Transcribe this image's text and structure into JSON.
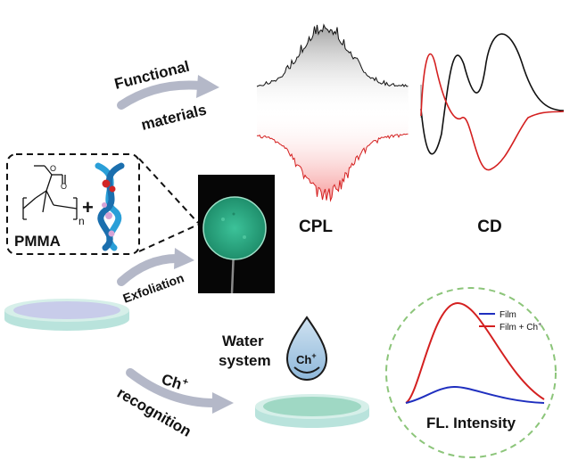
{
  "labels": {
    "functional_line1": "Functional",
    "functional_line2": "materials",
    "cpl": "CPL",
    "cd": "CD",
    "pmma": "PMMA",
    "plus": "+",
    "subscript_n": "n",
    "exfoliation": "Exfoliation",
    "water_line1": "Water",
    "water_line2": "system",
    "ch_drop": "Ch",
    "ch_drop_sup": "+",
    "ch_recog": "Ch",
    "ch_recog_sup": "+",
    "recognition": "recognition",
    "fl_intensity": "FL. Intensity"
  },
  "legend": {
    "film": "Film",
    "film_ch": "Film + Ch",
    "film_ch_sup": "+"
  },
  "colors": {
    "black_trace": "#111111",
    "red_trace": "#d42020",
    "blue_trace": "#1f2fbf",
    "arrow": "#b4b8c8",
    "disk_top": "#c8ccea",
    "disk_side": "#b9e3dc",
    "disk_rim": "#d6efe9",
    "film_green": "#2fae85",
    "dashed_circle": "#8cc57a",
    "drop": "#9fc3df",
    "helix": "#2a9fd8"
  },
  "icons": [
    "curved-arrow-icon",
    "water-drop-icon",
    "dna-helix-icon",
    "pmma-structure-icon"
  ]
}
